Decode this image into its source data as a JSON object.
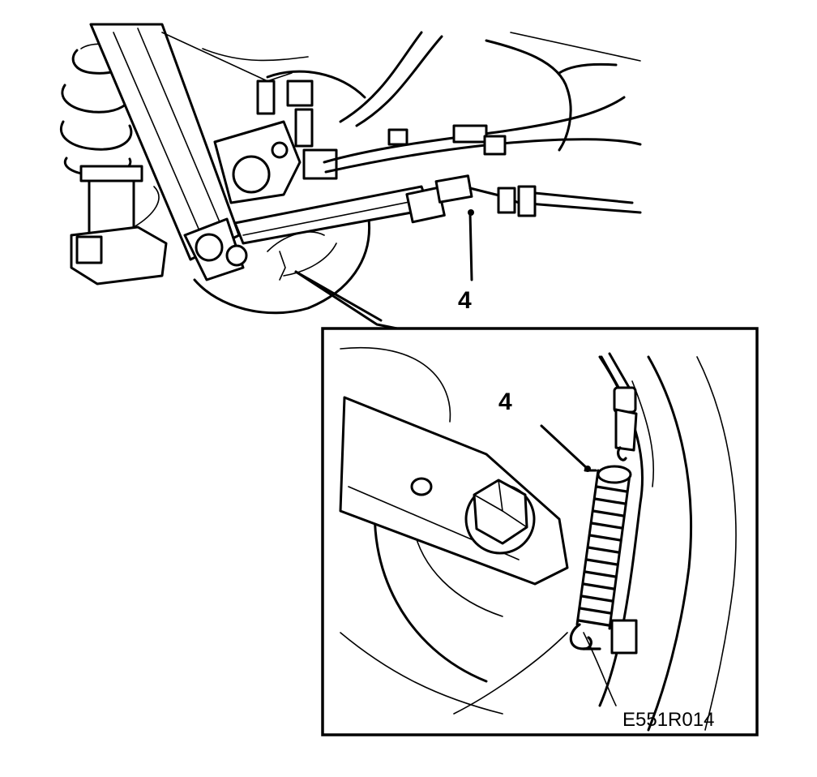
{
  "figure": {
    "callout_main": "4",
    "callout_detail": "4",
    "figure_code": "E551R014"
  }
}
